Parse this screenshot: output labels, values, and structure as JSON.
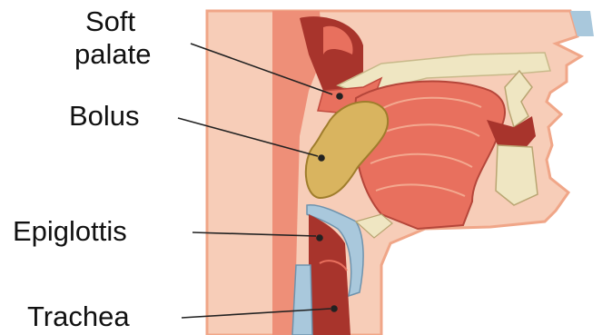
{
  "labels": {
    "soft_palate_line1": "Soft",
    "soft_palate_line2": "palate",
    "bolus": "Bolus",
    "epiglottis": "Epiglottis",
    "trachea": "Trachea"
  },
  "colors": {
    "background": "#ffffff",
    "skin_outline": "#f4b49a",
    "tissue": "#e8705e",
    "deep_tissue": "#a8342c",
    "bolus": "#d9b45f",
    "bone": "#efe6c2",
    "cartilage": "#a9c8dc",
    "leader_line": "#222222"
  }
}
